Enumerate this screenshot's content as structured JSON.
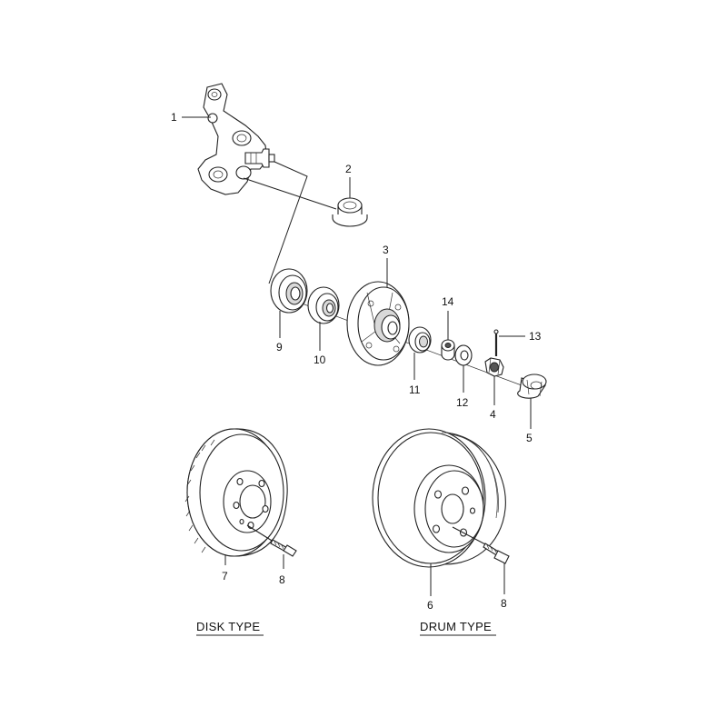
{
  "labels": {
    "p1": "1",
    "p2": "2",
    "p3": "3",
    "p4": "4",
    "p5": "5",
    "p6": "6",
    "p7": "7",
    "p8a": "8",
    "p8b": "8",
    "p9": "9",
    "p10": "10",
    "p11": "11",
    "p12": "12",
    "p13": "13",
    "p14": "14"
  },
  "captions": {
    "disk": "DISK TYPE",
    "drum": "DRUM TYPE"
  }
}
